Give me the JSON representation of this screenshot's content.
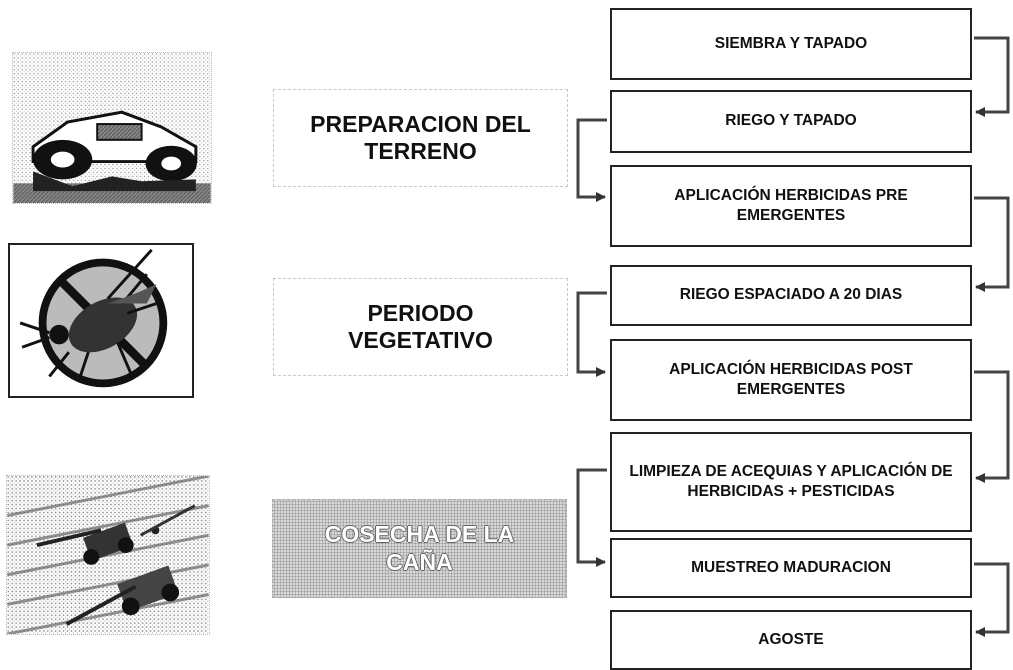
{
  "phases": [
    {
      "name": "phase-preparacion",
      "label": "PREPARACION DEL\nTERRENO"
    },
    {
      "name": "phase-periodo",
      "label": "PERIODO\nVEGETATIVO"
    },
    {
      "name": "phase-cosecha",
      "label": "COSECHA DE LA\nCAÑA"
    }
  ],
  "steps": [
    "SIEMBRA Y TAPADO",
    "RIEGO Y TAPADO",
    "APLICACIÓN HERBICIDAS PRE EMERGENTES",
    "RIEGO ESPACIADO A 20 DIAS",
    "APLICACIÓN HERBICIDAS POST EMERGENTES",
    "LIMPIEZA DE ACEQUIAS Y APLICACIÓN DE HERBICIDAS + PESTICIDAS",
    "MUESTREO MADURACION",
    "AGOSTE"
  ],
  "images": [
    {
      "name": "tractor-illustration",
      "depicts": "tractor"
    },
    {
      "name": "insect-prohibited-illustration",
      "depicts": "insect in prohibition sign"
    },
    {
      "name": "harvester-illustration",
      "depicts": "harvesting machinery in field"
    }
  ],
  "colors": {
    "line": "#444444",
    "box_border": "#222222",
    "shaded_fill": "#d6d6d6"
  }
}
